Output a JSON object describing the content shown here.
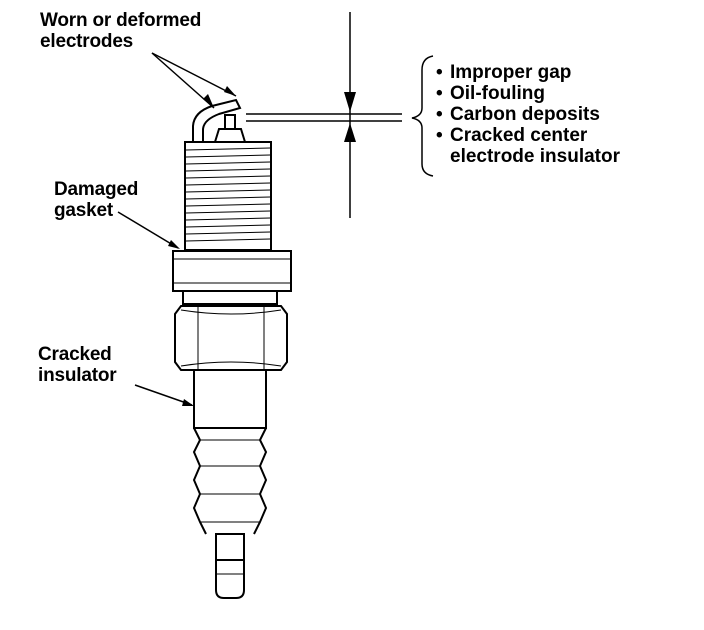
{
  "labels": {
    "electrodes_line1": "Worn or deformed",
    "electrodes_line2": "electrodes",
    "gasket_line1": "Damaged",
    "gasket_line2": "gasket",
    "insulator_line1": "Cracked",
    "insulator_line2": "insulator"
  },
  "gap_issues": {
    "bullet_glyph": "•",
    "items": [
      "Improper gap",
      "Oil-fouling",
      "Carbon deposits",
      "Cracked center"
    ],
    "continuation": "electrode insulator"
  }
}
